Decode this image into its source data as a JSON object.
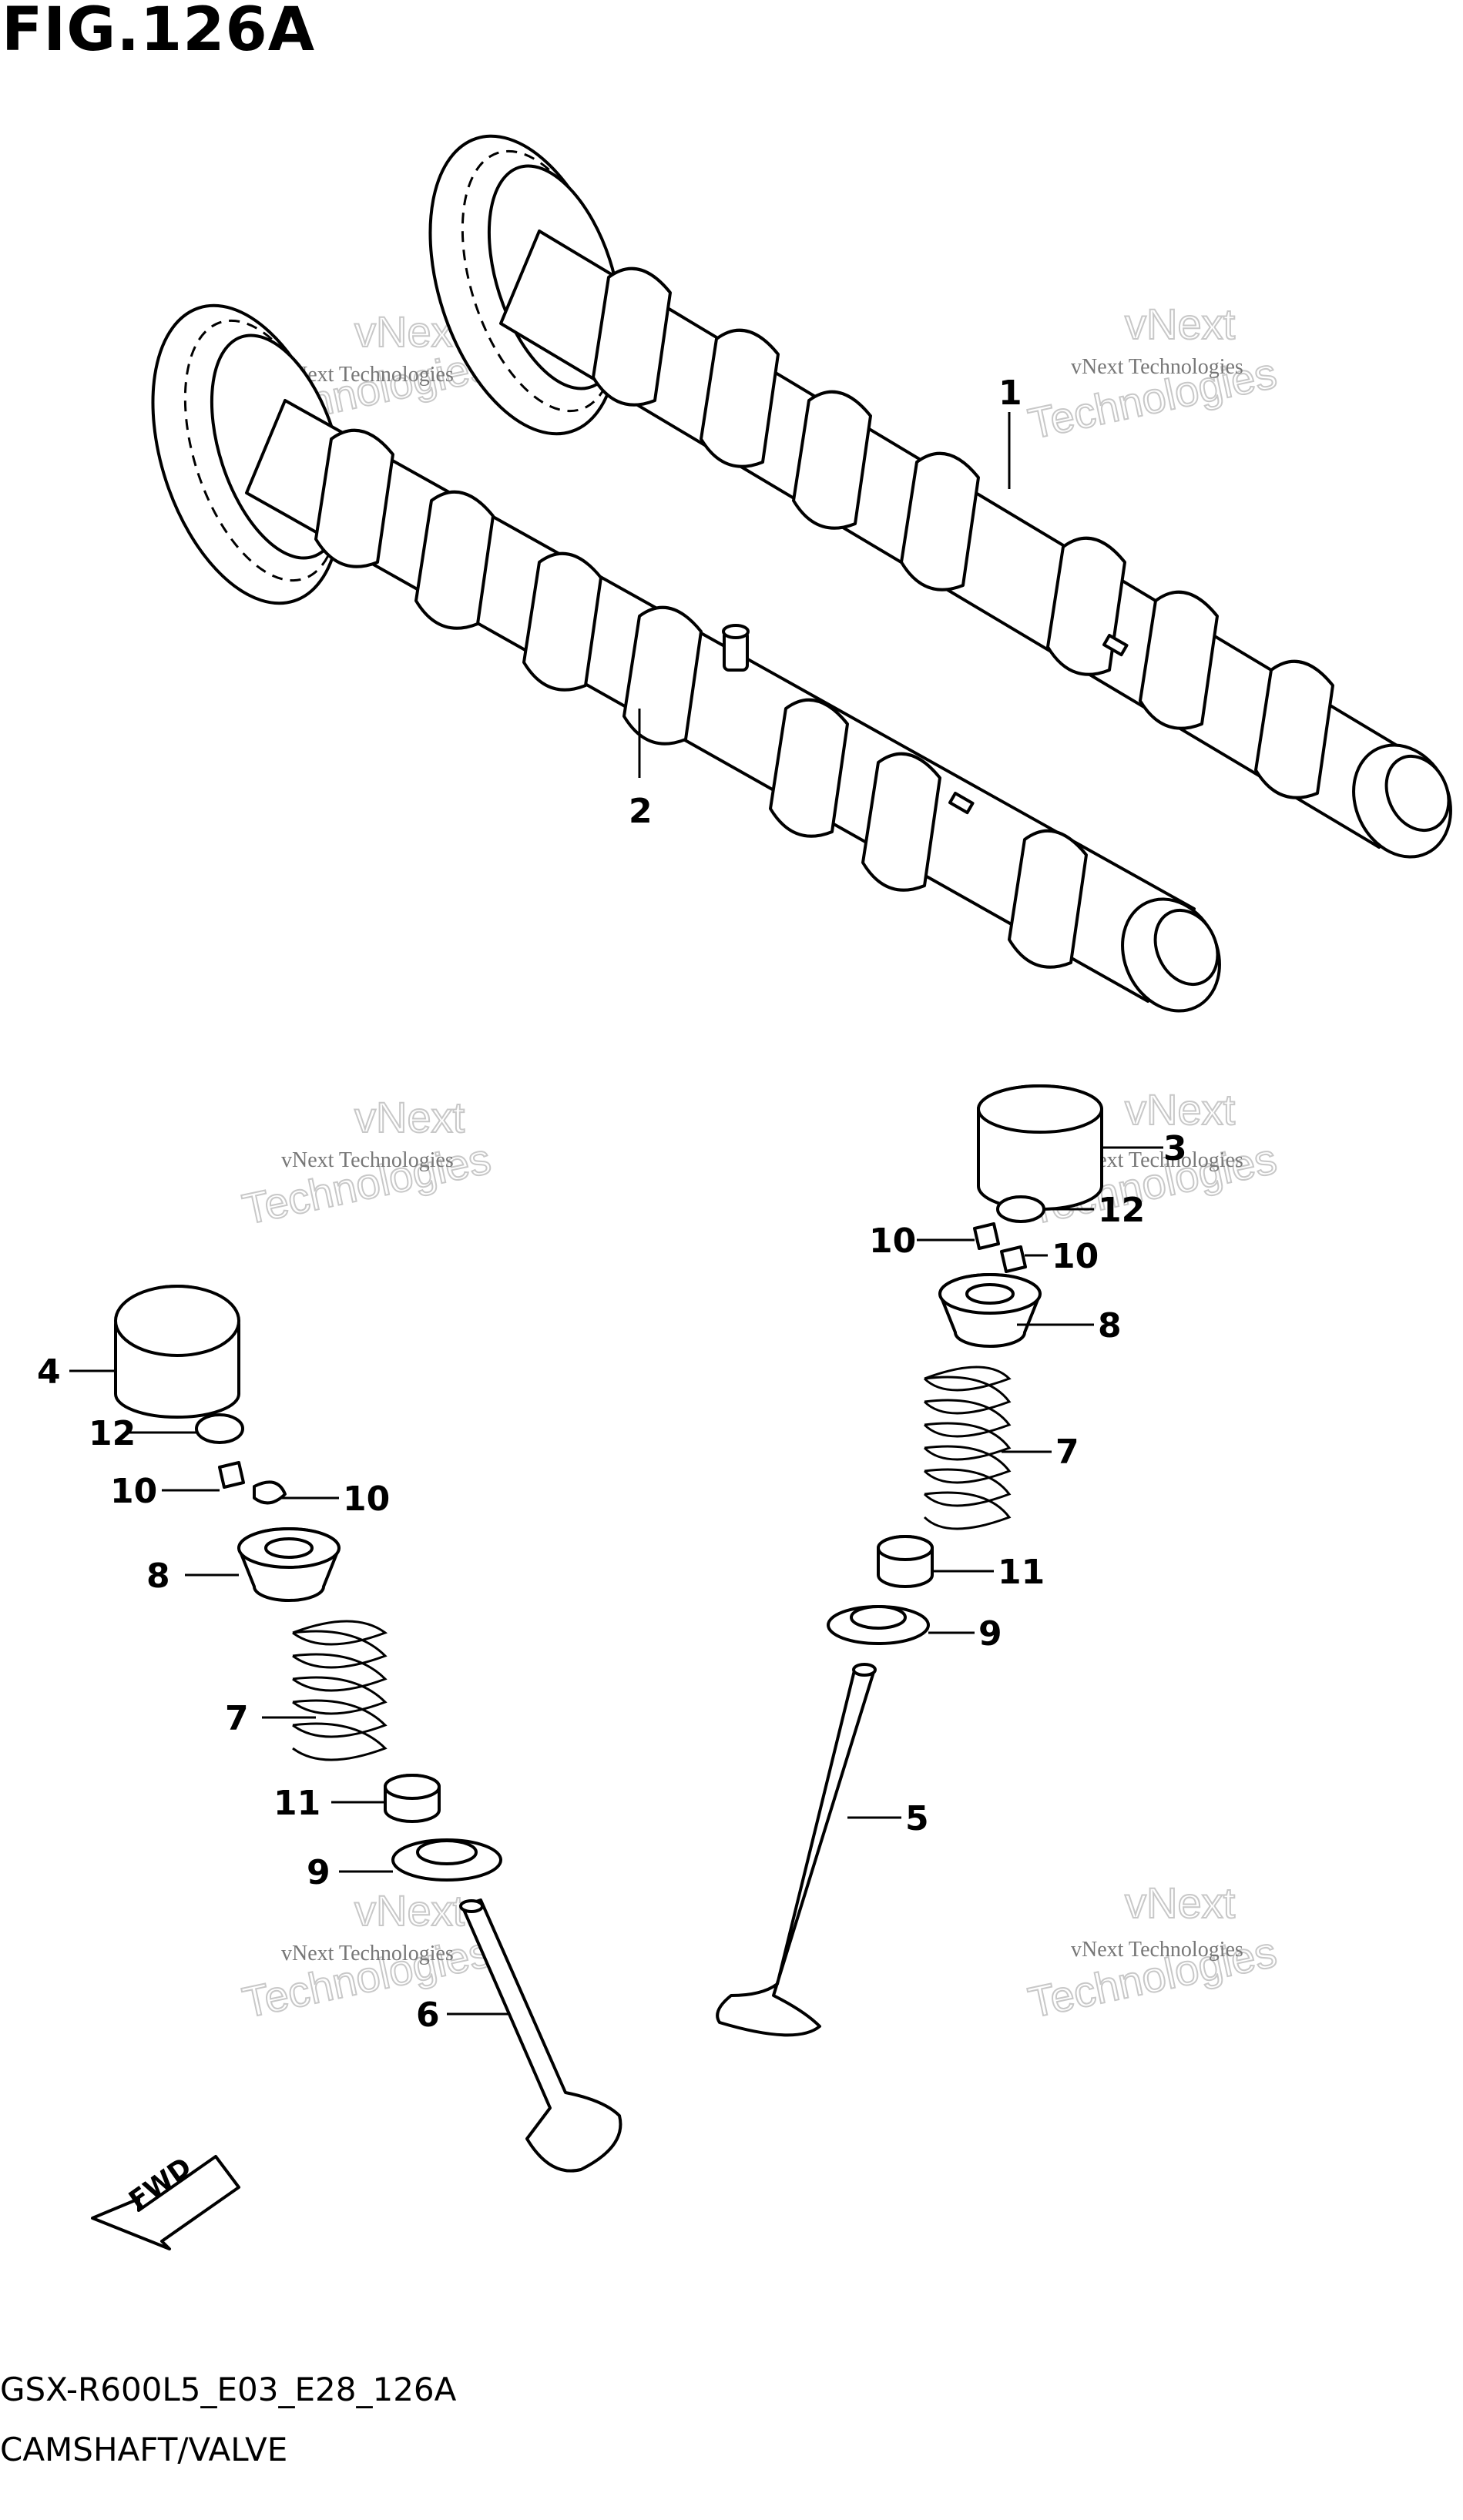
{
  "title": "FIG.126A",
  "footer": {
    "code": "GSX-R600L5_E03_E28_126A",
    "name": "CAMSHAFT/VALVE"
  },
  "watermark": {
    "line1": "vNext Technologies",
    "line2": "vNext",
    "line3": "Technologies"
  },
  "fwd_label": "FWD",
  "callouts": {
    "c1": "1",
    "c2": "2",
    "c3": "3",
    "c4": "4",
    "c5": "5",
    "c6": "6",
    "c7a": "7",
    "c7b": "7",
    "c8a": "8",
    "c8b": "8",
    "c9a": "9",
    "c9b": "9",
    "c10a": "10",
    "c10b": "10",
    "c10c": "10",
    "c10d": "10",
    "c11a": "11",
    "c11b": "11",
    "c12a": "12",
    "c12b": "12"
  }
}
